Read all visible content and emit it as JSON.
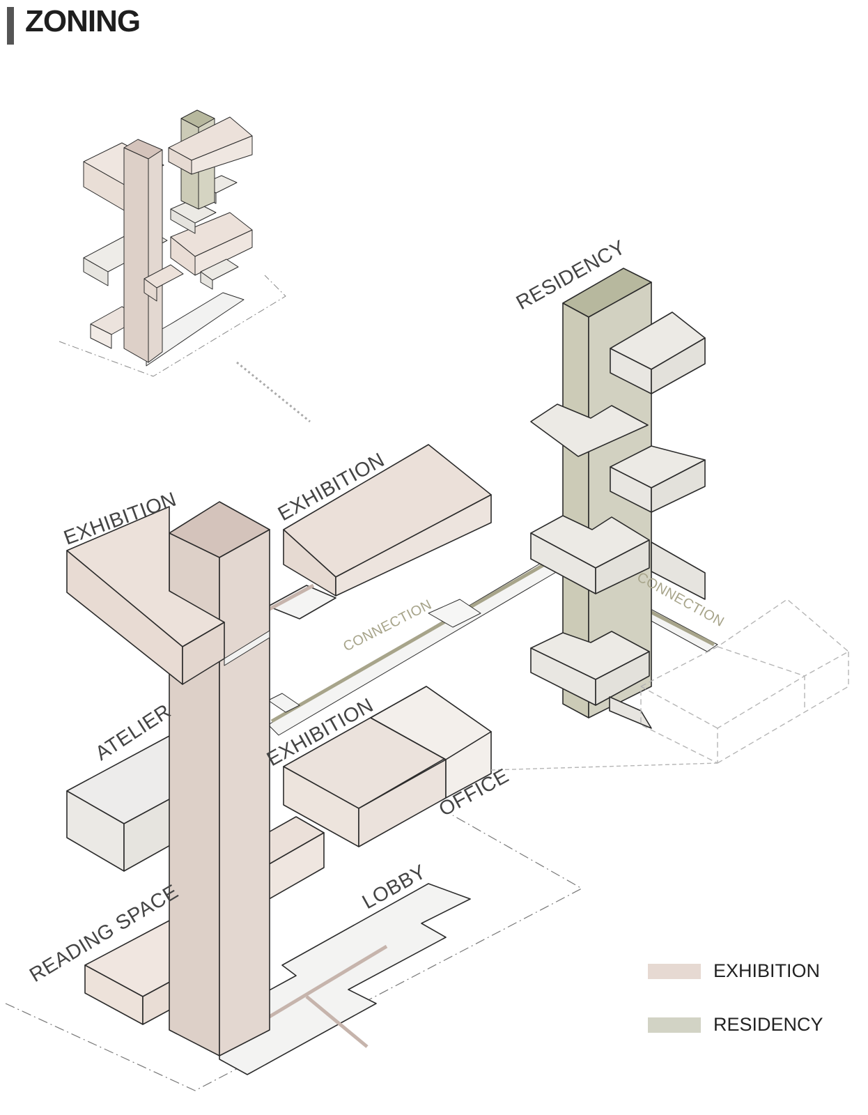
{
  "title": "ZONING",
  "labels": {
    "residency": "RESIDENCY",
    "exhibition_left": "EXHIBITION",
    "exhibition_right": "EXHIBITION",
    "connection_1": "CONNECTION",
    "connection_2": "CONNECTION",
    "atelier": "ATELIER",
    "exhibition_mid": "EXHIBITION",
    "office": "OFFICE",
    "lobby": "LOBBY",
    "reading_space": "READING SPACE"
  },
  "legend": [
    {
      "label": "EXHIBITION",
      "color": "#e6d9d2"
    },
    {
      "label": "RESIDENCY",
      "color": "#d2d3c5"
    }
  ],
  "colors": {
    "exhibition_top": "#d4c3bb",
    "exhibition_side": "#ddd0c8",
    "exhibition_box": "#ebe1da",
    "residency_top": "#b7b89e",
    "residency_side": "#cccbb7",
    "neutral_box": "#eceae5",
    "floor": "#f3f3f2",
    "connection_line": "#a7a48a"
  }
}
